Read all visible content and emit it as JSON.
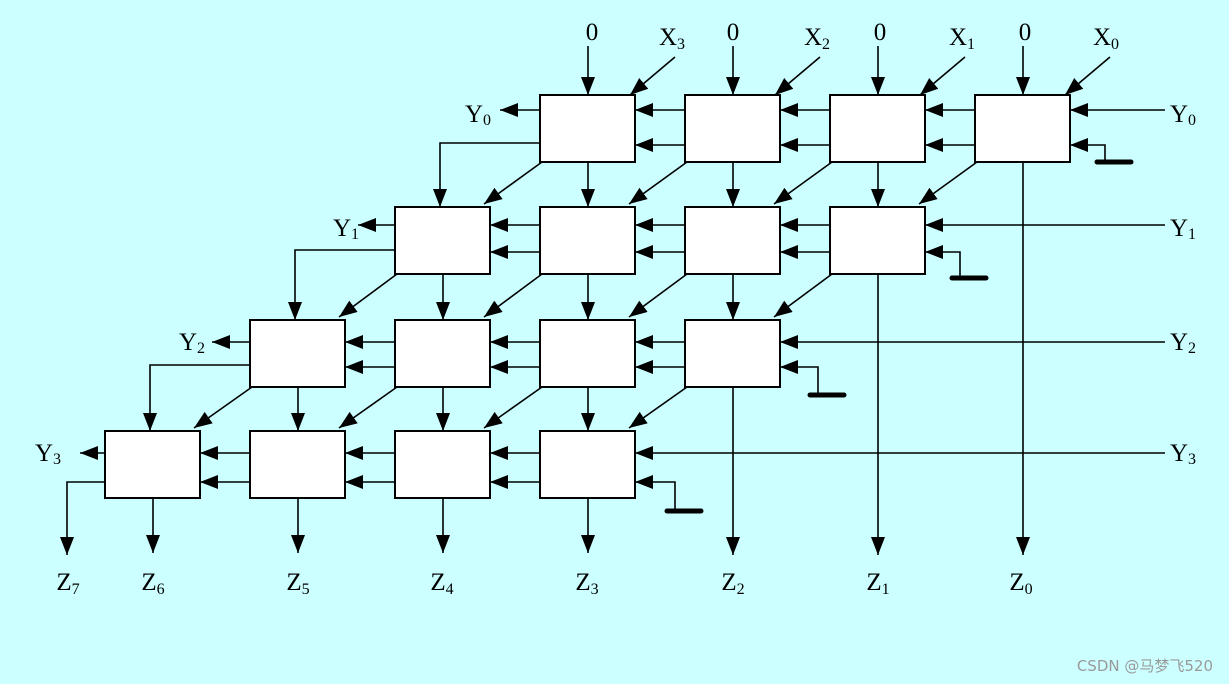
{
  "diagram": {
    "top_inputs": [
      {
        "zero": "0",
        "x": {
          "base": "X",
          "sub": "3"
        }
      },
      {
        "zero": "0",
        "x": {
          "base": "X",
          "sub": "2"
        }
      },
      {
        "zero": "0",
        "x": {
          "base": "X",
          "sub": "1"
        }
      },
      {
        "zero": "0",
        "x": {
          "base": "X",
          "sub": "0"
        }
      }
    ],
    "right_inputs": [
      {
        "base": "Y",
        "sub": "0"
      },
      {
        "base": "Y",
        "sub": "1"
      },
      {
        "base": "Y",
        "sub": "2"
      },
      {
        "base": "Y",
        "sub": "3"
      }
    ],
    "left_outputs": [
      {
        "base": "Y",
        "sub": "0"
      },
      {
        "base": "Y",
        "sub": "1"
      },
      {
        "base": "Y",
        "sub": "2"
      },
      {
        "base": "Y",
        "sub": "3"
      }
    ],
    "bottom_outputs": [
      {
        "base": "Z",
        "sub": "7"
      },
      {
        "base": "Z",
        "sub": "6"
      },
      {
        "base": "Z",
        "sub": "5"
      },
      {
        "base": "Z",
        "sub": "4"
      },
      {
        "base": "Z",
        "sub": "3"
      },
      {
        "base": "Z",
        "sub": "2"
      },
      {
        "base": "Z",
        "sub": "1"
      },
      {
        "base": "Z",
        "sub": "0"
      }
    ]
  },
  "watermark": "CSDN @马梦飞520",
  "colors": {
    "background": "#ccffff",
    "stroke": "#000000",
    "cell_fill": "#ffffff",
    "watermark": "#9a9a9a"
  }
}
